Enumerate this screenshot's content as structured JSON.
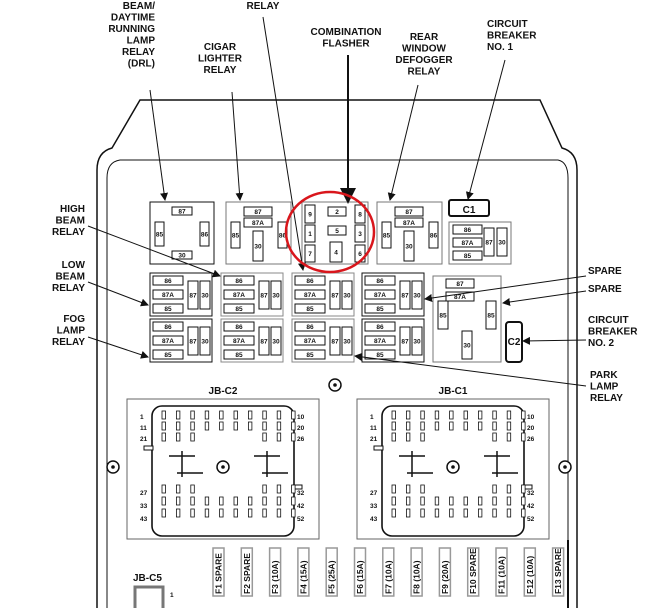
{
  "callouts": {
    "drl": [
      "BEAM/",
      "DAYTIME",
      "RUNNING",
      "LAMP",
      "RELAY",
      "(DRL)"
    ],
    "top_relay": [
      "RELAY"
    ],
    "cigar": [
      "CIGAR",
      "LIGHTER",
      "RELAY"
    ],
    "flasher": [
      "COMBINATION",
      "FLASHER"
    ],
    "defogger": [
      "REAR",
      "WINDOW",
      "DEFOGGER",
      "RELAY"
    ],
    "cb1": [
      "CIRCUIT",
      "BREAKER",
      "NO. 1"
    ],
    "high_beam": [
      "HIGH",
      "BEAM",
      "RELAY"
    ],
    "low_beam": [
      "LOW",
      "BEAM",
      "RELAY"
    ],
    "fog": [
      "FOG",
      "LAMP",
      "RELAY"
    ],
    "spare1": [
      "SPARE"
    ],
    "spare2": [
      "SPARE"
    ],
    "cb2": [
      "CIRCUIT",
      "BREAKER",
      "NO. 2"
    ],
    "park": [
      "PARK",
      "LAMP",
      "RELAY"
    ]
  },
  "relay_pins": {
    "square": [
      "87",
      "85",
      "86",
      "30"
    ],
    "iso": [
      "87",
      "87A",
      "85",
      "86",
      "30"
    ],
    "mini": [
      "86",
      "87A",
      "85",
      "87",
      "30"
    ],
    "flasher": [
      "9",
      "2",
      "8",
      "1",
      "5",
      "3",
      "7",
      "4",
      "6"
    ],
    "spare": [
      "87",
      "87A",
      "85",
      "85",
      "30"
    ]
  },
  "c1_label": "C1",
  "c2_label": "C2",
  "connectors": [
    {
      "name": "JB-C2",
      "pins_left": [
        "1",
        "11",
        "21",
        "27",
        "33",
        "43"
      ],
      "pins_right": [
        "10",
        "20",
        "26",
        "32",
        "42",
        "52"
      ]
    },
    {
      "name": "JB-C1",
      "pins_left": [
        "1",
        "11",
        "21",
        "27",
        "33",
        "43"
      ],
      "pins_right": [
        "10",
        "20",
        "26",
        "32",
        "42",
        "52"
      ]
    }
  ],
  "jb_c5": {
    "name": "JB-C5",
    "pin": "1"
  },
  "fuses": [
    "F1 SPARE",
    "F2 SPARE",
    "F3 (10A)",
    "F4 (15A)",
    "F5 (25A)",
    "F6 (15A)",
    "F7 (10A)",
    "F8 (10A)",
    "F9 (20A)",
    "F10 SPARE",
    "F11 (10A)",
    "F12 (10A)",
    "F13 SPARE"
  ],
  "highlight_color": "#d9161c"
}
